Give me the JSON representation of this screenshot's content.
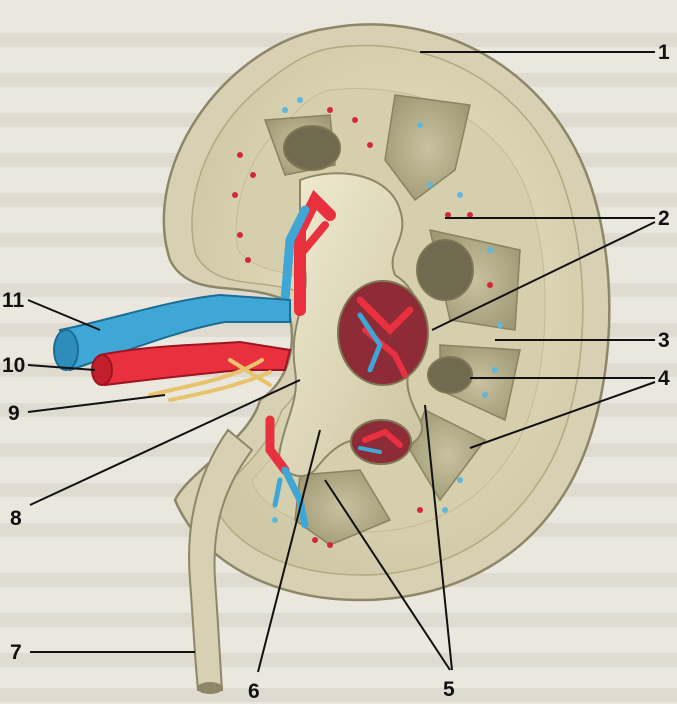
{
  "labels": {
    "l1": "1",
    "l2": "2",
    "l3": "3",
    "l4": "4",
    "l5": "5",
    "l6": "6",
    "l7": "7",
    "l8": "8",
    "l9": "9",
    "l10": "10",
    "l11": "11"
  },
  "colors": {
    "capsule": "#dcd6bf",
    "cortex": "#d9d4b4",
    "artery": "#e8303f",
    "vein": "#3fa7d6",
    "nerve": "#e7c36b",
    "dot_red": "#d4283a",
    "dot_blue": "#5fb7dd"
  }
}
